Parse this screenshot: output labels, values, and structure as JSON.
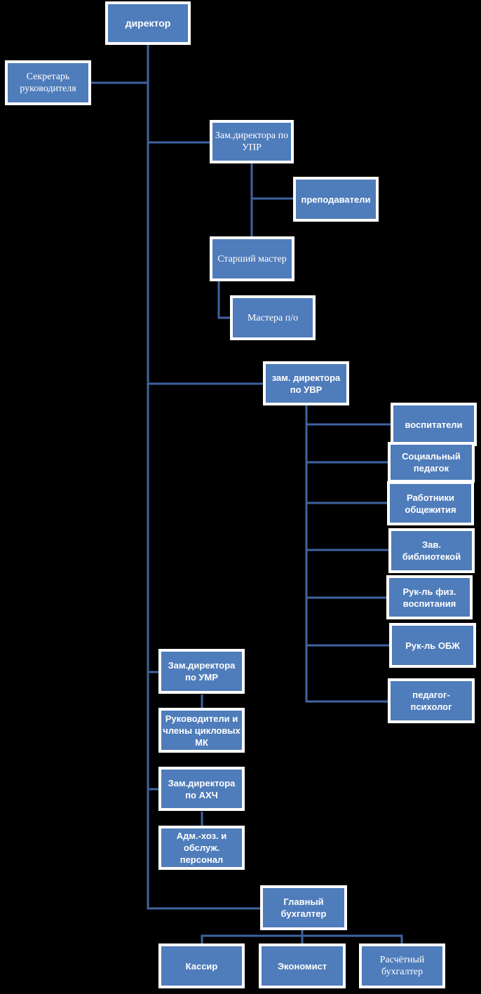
{
  "colors": {
    "background": "#000000",
    "box_fill": "#4f7cba",
    "box_border": "#ffffff",
    "connector": "#3f63a0",
    "text": "#ffffff"
  },
  "nodes": {
    "director": "директор",
    "secretary": "Секретарь руководителя",
    "deputy_upr": "Зам.директора по УПР",
    "teachers": "преподаватели",
    "senior_master": "Старший мастер",
    "masters": "Мастера п/о",
    "deputy_uvr": "зам. директора по УВР",
    "educators": "воспитатели",
    "social_teacher": "Социальный педагок",
    "dorm_workers": "Работники общежития",
    "librarian": "Зав. библиотекой",
    "pe_head": "Рук-ль физ. воспитания",
    "obzh_head": "Рук-ль ОБЖ",
    "psychologist": "педагог-психолог",
    "deputy_umr": "Зам.директора по УМР",
    "mk_heads": "Руководители и члены цикловых МК",
    "deputy_ahch": "Зам.директора по АХЧ",
    "staff": "Адм.-хоз. и обслуж. персонал",
    "chief_accountant": "Главный бухгалтер",
    "cashier": "Кассир",
    "economist": "Экономист",
    "payroll_accountant": "Расчётный бухгалтер"
  }
}
